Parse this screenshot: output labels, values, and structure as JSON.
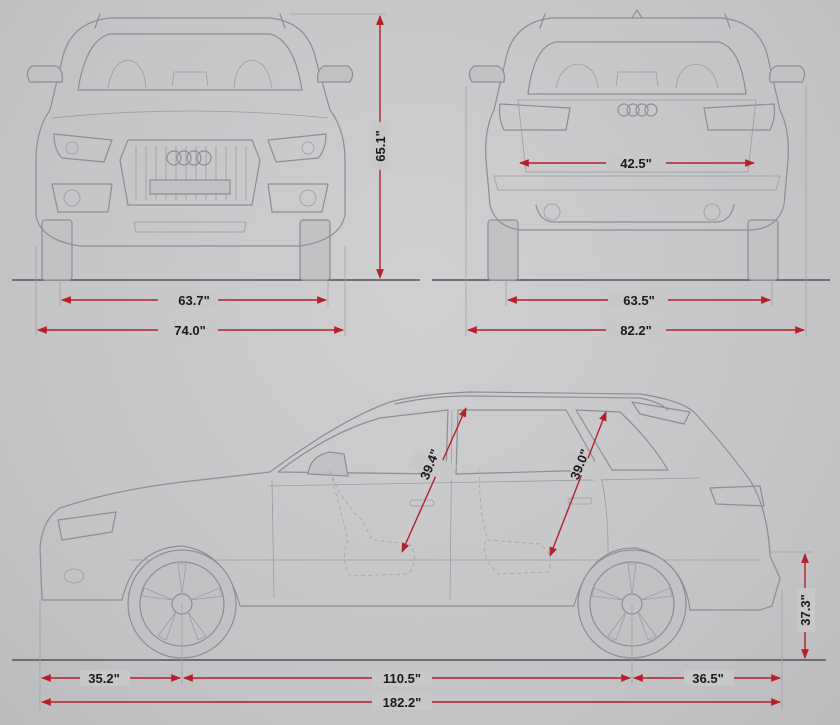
{
  "diagram": {
    "front_view": {
      "track_width": "63.7\"",
      "overall_width": "74.0\"",
      "overall_height": "65.1\""
    },
    "rear_view": {
      "tailgate_width": "42.5\"",
      "track_width": "63.5\"",
      "width_with_mirrors": "82.2\""
    },
    "side_view": {
      "front_headroom": "39.4\"",
      "rear_headroom": "39.0\"",
      "ground_to_bumper": "37.3\"",
      "front_overhang": "35.2\"",
      "wheelbase": "110.5\"",
      "rear_overhang": "36.5\"",
      "overall_length": "182.2\""
    }
  },
  "colors": {
    "dimension_line": "#b5202a",
    "background": "#c8c8ca",
    "car_outline": "#8e8e92"
  }
}
